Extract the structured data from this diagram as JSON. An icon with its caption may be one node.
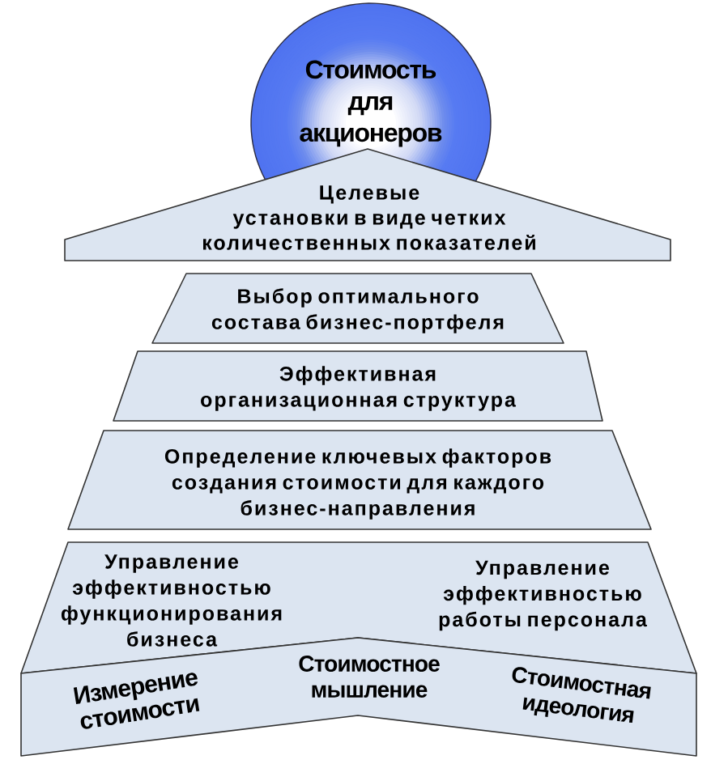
{
  "diagram": {
    "nodes": [
      {
        "text": [
          "Стоимость для акционеров"
        ]
      },
      {
        "text": [
          "Целевые установки в виде четких количественных показателей"
        ]
      },
      {
        "text": [
          "Выбор оптимального состава бизнес-портфеля"
        ]
      },
      {
        "text": [
          "Эффективная организационная структура"
        ]
      },
      {
        "text": [
          "Определение ключевых факторов создания стоимости для каждого бизнес-направления"
        ]
      },
      {
        "text": [
          "Управление эффективностью функционирования бизнеса",
          "Управление эффективностью работы персонала"
        ]
      },
      {
        "text": [
          "Измерение стоимости",
          "Стоимостное мышление",
          "Стоимостная идеология"
        ]
      }
    ]
  }
}
